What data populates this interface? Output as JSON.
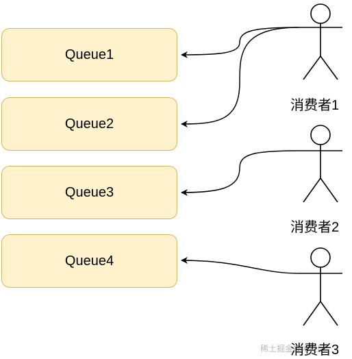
{
  "queues": [
    {
      "label": "Queue1"
    },
    {
      "label": "Queue2"
    },
    {
      "label": "Queue3"
    },
    {
      "label": "Queue4"
    }
  ],
  "consumers": [
    {
      "label": "消费者1",
      "targets": [
        "Queue1",
        "Queue2"
      ]
    },
    {
      "label": "消费者2",
      "targets": [
        "Queue3"
      ]
    },
    {
      "label": "消费者3",
      "targets": [
        "Queue4"
      ]
    }
  ],
  "watermark": {
    "text": "稀土掘金技术社区"
  },
  "colors": {
    "queue_fill": "#fff2cc",
    "queue_border": "#d6b656",
    "line": "#000000"
  }
}
